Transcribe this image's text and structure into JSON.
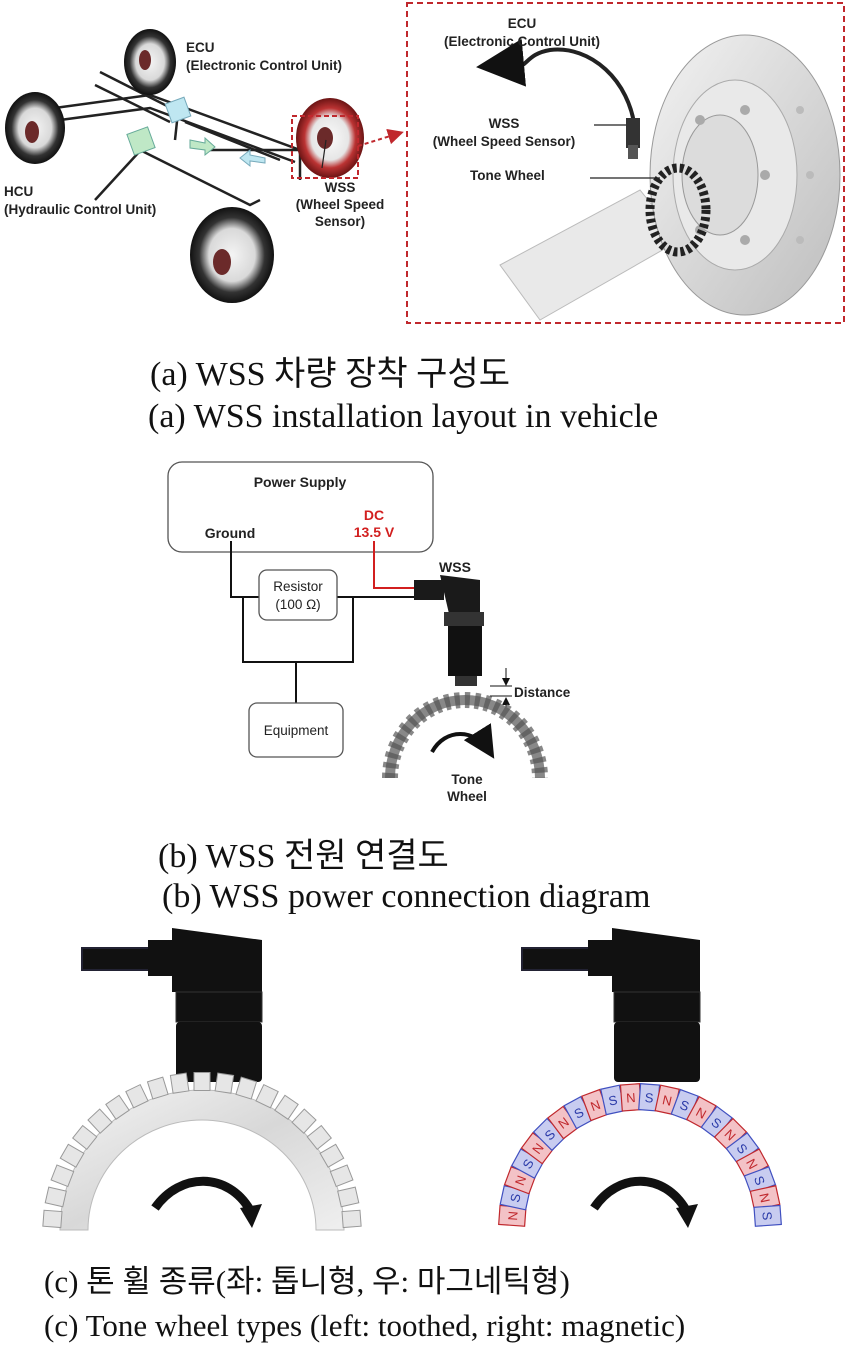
{
  "panel_a": {
    "ecu_left": [
      "ECU",
      "(Electronic Control Unit)"
    ],
    "hcu": [
      "HCU",
      "(Hydraulic Control Unit)"
    ],
    "wss_left": [
      "WSS",
      "(Wheel Speed",
      "Sensor)"
    ],
    "ecu_zoom": [
      "ECU",
      "(Electronic Control Unit)"
    ],
    "wss_zoom": [
      "WSS",
      "(Wheel Speed Sensor)"
    ],
    "tone_wheel": "Tone Wheel",
    "caption_ko": "(a)  WSS 차량 장착 구성도",
    "caption_en": "(a)  WSS installation layout in vehicle",
    "highlight_color": "#c0282d"
  },
  "panel_b": {
    "power_supply": "Power Supply",
    "ground": "Ground",
    "dc": [
      "DC",
      "13.5 V"
    ],
    "wss": "WSS",
    "resistor": [
      "Resistor",
      "(100 Ω)"
    ],
    "distance": "Distance",
    "equipment": "Equipment",
    "tone_wheel": [
      "Tone",
      "Wheel"
    ],
    "caption_ko": "(b)  WSS 전원 연결도",
    "caption_en": "(b)  WSS power connection diagram",
    "dc_wire_color": "#d21f1f"
  },
  "panel_c": {
    "magnet_poles": [
      "N",
      "S",
      "N",
      "S",
      "N",
      "S",
      "N",
      "S",
      "N",
      "S",
      "N",
      "S",
      "N",
      "S",
      "N",
      "S",
      "N",
      "S",
      "N",
      "S",
      "N",
      "S"
    ],
    "caption_ko": "(c)  톤  휠  종류(좌:  톱니형,  우:  마그네틱형)",
    "caption_en": "(c)  Tone  wheel  types  (left:  toothed,  right:  magnetic)",
    "n_color": "#f3c2c6",
    "s_color": "#c8ccf0"
  }
}
